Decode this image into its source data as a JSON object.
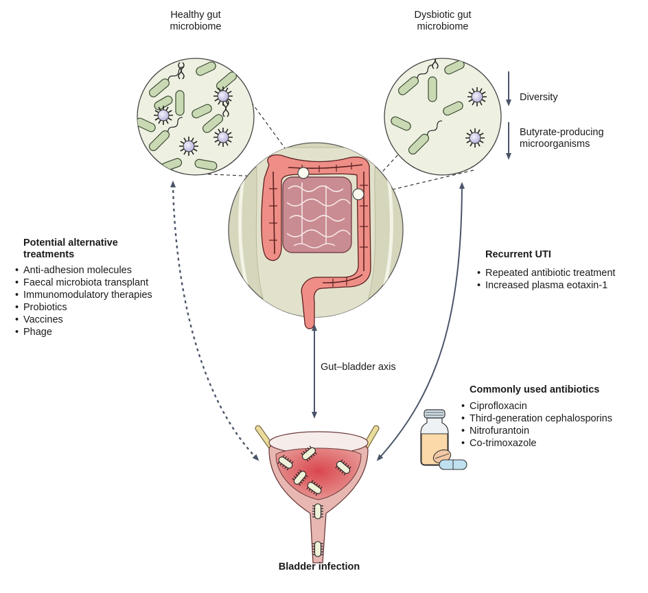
{
  "healthy_label": "Healthy gut microbiome",
  "healthy_label_lines": [
    "Healthy gut",
    "microbiome"
  ],
  "dysbiotic_label_lines": [
    "Dysbiotic gut",
    "microbiome"
  ],
  "dysbiosis_changes": [
    {
      "direction": "decrease",
      "icon": "down-arrow-icon",
      "lines": [
        "Diversity"
      ]
    },
    {
      "direction": "decrease",
      "icon": "down-arrow-icon",
      "lines": [
        "Butyrate-producing",
        "microorganisms"
      ]
    }
  ],
  "alternative_treatments": {
    "title_lines": [
      "Potential alternative",
      "treatments"
    ],
    "items": [
      "Anti-adhesion molecules",
      "Faecal microbiota transplant",
      "Immunomodulatory therapies",
      "Probiotics",
      "Vaccines",
      "Phage"
    ]
  },
  "recurrent_uti": {
    "title": "Recurrent UTI",
    "items": [
      "Repeated antibiotic treatment",
      "Increased plasma eotaxin-1"
    ]
  },
  "axis_label": "Gut–bladder axis",
  "antibiotics": {
    "title": "Commonly used antibiotics",
    "items": [
      "Ciprofloxacin",
      "Third-generation cephalosporins",
      "Nitrofurantoin",
      "Co-trimoxazole"
    ]
  },
  "bladder_label": "Bladder infection",
  "colors": {
    "arrow": "#4a5468",
    "micro_bg": "#eef0e2",
    "rod_fill": "#c9d9b4",
    "rod_stroke": "#3a4a30",
    "cocci_fill": "#d4d2ec",
    "colon": "#ee8e86",
    "colon_dark": "#5a1e1e",
    "small_intestine": "#c98c92",
    "abdomen_bg": "#dcdcc4",
    "bladder_wall": "#e8b7b2",
    "bladder_lumen": "#d9676a",
    "ureter": "#eadc9c",
    "bacteria_in_bladder": "#eef2d8",
    "vial_liquid": "#fbd9a8",
    "capsule": "#bfe0ef"
  }
}
